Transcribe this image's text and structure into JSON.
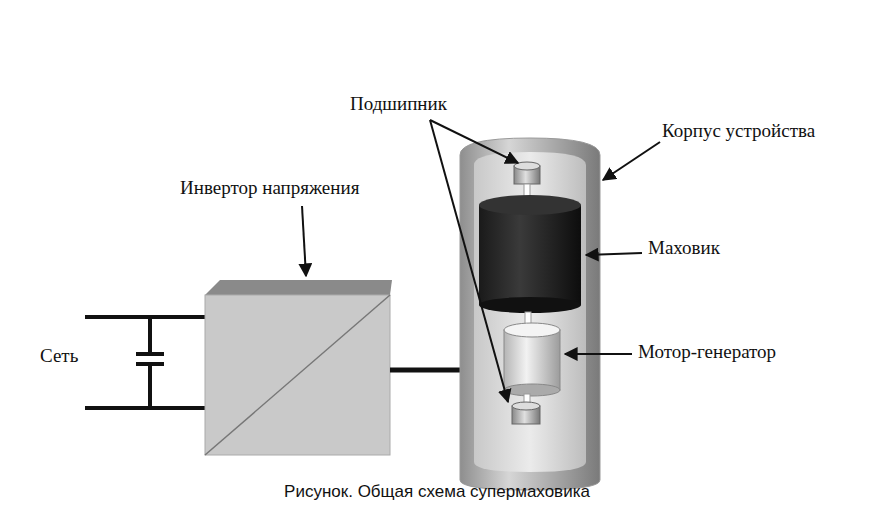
{
  "diagram": {
    "caption": "Рисунок. Общая схема супермаховика",
    "labels": [
      "Подшипник",
      "Корпус устройства",
      "Инвертор напряжения",
      "Маховик",
      "Мотор-генератор",
      "Сеть"
    ]
  }
}
